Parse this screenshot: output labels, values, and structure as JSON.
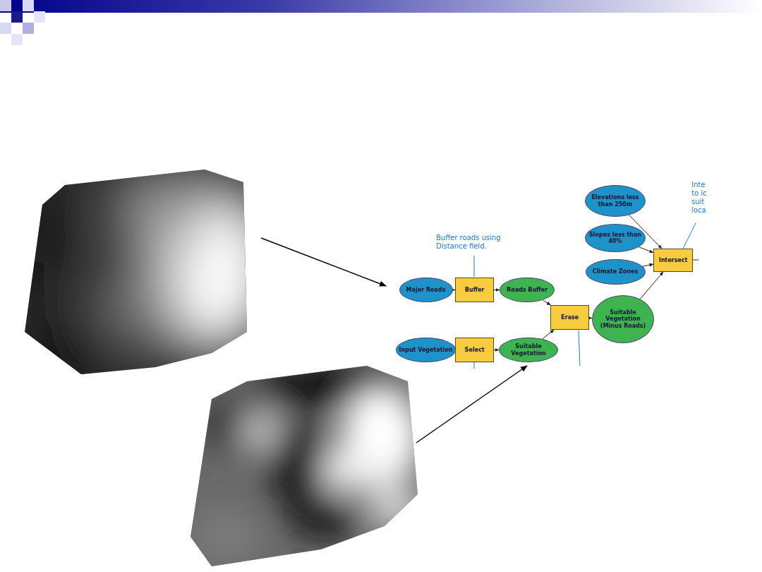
{
  "diagram": {
    "nodes": [
      {
        "text": [
          "Major Roads"
        ]
      },
      {
        "text": [
          "Buffer"
        ]
      },
      {
        "text": [
          "Roads Buffer"
        ]
      },
      {
        "text": [
          "Input Vegetation"
        ]
      },
      {
        "text": [
          "Select"
        ]
      },
      {
        "text": [
          "Suitable Vegetation"
        ]
      },
      {
        "text": [
          "Erase"
        ]
      },
      {
        "text": [
          "Suitable Vegetation (Minus Roads)"
        ]
      },
      {
        "text": [
          "Elevations less than 250m"
        ]
      },
      {
        "text": [
          "Slopes less than 40%"
        ]
      },
      {
        "text": [
          "Climate Zones"
        ]
      },
      {
        "text": [
          "Intersect"
        ]
      }
    ],
    "edges": [
      {
        "from": 0,
        "to": 1,
        "arrow": "to"
      },
      {
        "from": 1,
        "to": 2,
        "arrow": "to"
      },
      {
        "from": 2,
        "to": 6,
        "arrow": "to"
      },
      {
        "from": 3,
        "to": 4,
        "arrow": "to"
      },
      {
        "from": 4,
        "to": 5,
        "arrow": "to"
      },
      {
        "from": 5,
        "to": 6,
        "arrow": "to"
      },
      {
        "from": 6,
        "to": 7,
        "arrow": "to"
      },
      {
        "from": 8,
        "to": 11,
        "arrow": "to"
      },
      {
        "from": 9,
        "to": 11,
        "arrow": "to"
      },
      {
        "from": 10,
        "to": 11,
        "arrow": "to"
      },
      {
        "from": 7,
        "to": 11,
        "arrow": "to"
      }
    ],
    "labels": [
      "Buffer roads using Distance field.",
      "Inte to ic suit loca"
    ]
  }
}
